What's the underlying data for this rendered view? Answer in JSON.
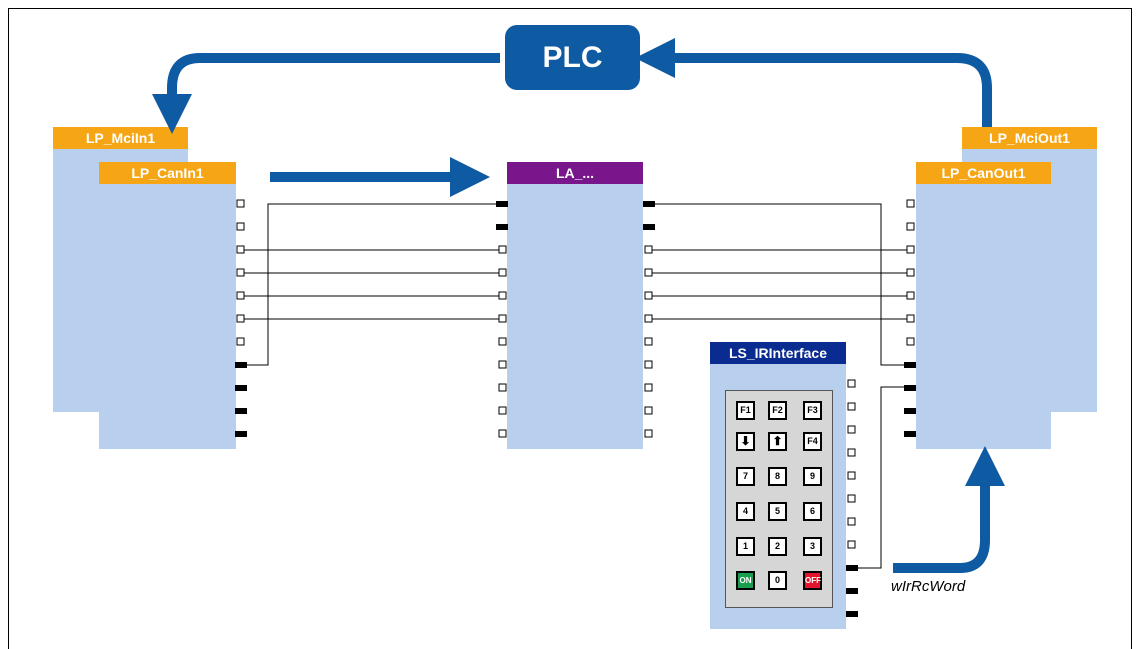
{
  "plc": {
    "label": "PLC"
  },
  "blocks": {
    "mci_in": "LP_MciIn1",
    "can_in": "LP_CanIn1",
    "la": "LA_...",
    "mci_out": "LP_MciOut1",
    "can_out": "LP_CanOut1",
    "ir": "LS_IRInterface"
  },
  "keypad": {
    "keys": [
      {
        "label": "F1",
        "kind": "normal"
      },
      {
        "label": "F2",
        "kind": "normal"
      },
      {
        "label": "F3",
        "kind": "normal"
      },
      {
        "label": "⬇",
        "kind": "arrow"
      },
      {
        "label": "⬆",
        "kind": "arrow"
      },
      {
        "label": "F4",
        "kind": "normal"
      },
      {
        "label": "7",
        "kind": "normal"
      },
      {
        "label": "8",
        "kind": "normal"
      },
      {
        "label": "9",
        "kind": "normal"
      },
      {
        "label": "4",
        "kind": "normal"
      },
      {
        "label": "5",
        "kind": "normal"
      },
      {
        "label": "6",
        "kind": "normal"
      },
      {
        "label": "1",
        "kind": "normal"
      },
      {
        "label": "2",
        "kind": "normal"
      },
      {
        "label": "3",
        "kind": "normal"
      },
      {
        "label": "ON",
        "kind": "on"
      },
      {
        "label": "0",
        "kind": "normal"
      },
      {
        "label": "OFF",
        "kind": "off"
      }
    ]
  },
  "signal": {
    "label": "wIrRcWord"
  },
  "colors": {
    "arrow": "#0e5aa3",
    "block": "#b8cfee",
    "header_orange": "#f6a615",
    "header_purple": "#7a168c",
    "header_navy": "#0a2b8f"
  },
  "ports": {
    "can_in_out": [
      "open",
      "open",
      "open",
      "open",
      "open",
      "open",
      "open",
      "filled",
      "filled",
      "filled",
      "filled"
    ],
    "la_in": [
      "filled",
      "filled",
      "open",
      "open",
      "open",
      "open",
      "open",
      "open",
      "open",
      "open",
      "open"
    ],
    "la_out": [
      "filled",
      "filled",
      "open",
      "open",
      "open",
      "open",
      "open",
      "open",
      "open",
      "open",
      "open"
    ],
    "can_out_in": [
      "open",
      "open",
      "open",
      "open",
      "open",
      "open",
      "open",
      "filled",
      "filled",
      "filled",
      "filled"
    ],
    "ir_out": [
      "open",
      "open",
      "open",
      "open",
      "open",
      "open",
      "open",
      "open",
      "filled",
      "filled",
      "filled"
    ]
  }
}
